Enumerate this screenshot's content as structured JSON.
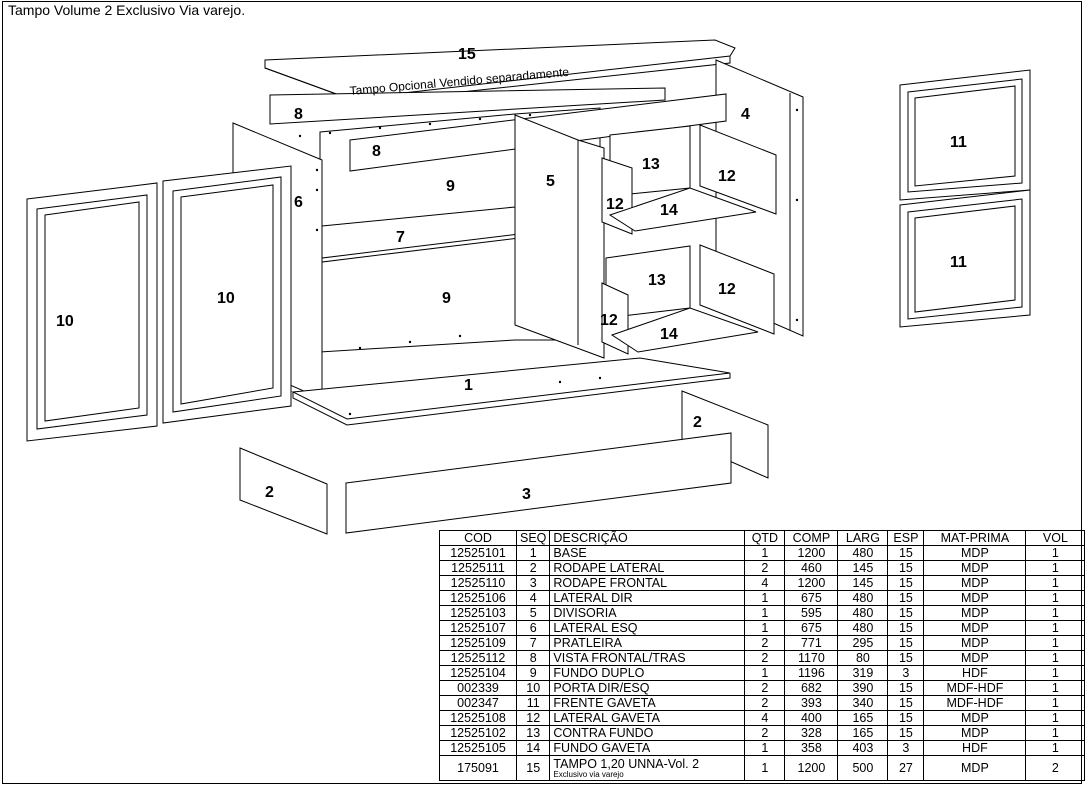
{
  "title": "Tampo Volume 2 Exclusivo Via varejo.",
  "drawing": {
    "optional_note": "Tampo Opcional Vendido separadamente",
    "labels": {
      "p1": "1",
      "p2a": "2",
      "p2b": "2",
      "p3": "3",
      "p4": "4",
      "p5": "5",
      "p6": "6",
      "p7": "7",
      "p8a": "8",
      "p8b": "8",
      "p9a": "9",
      "p9b": "9",
      "p10a": "10",
      "p10b": "10",
      "p11a": "11",
      "p11b": "11",
      "p12a": "12",
      "p12b": "12",
      "p12c": "12",
      "p12d": "12",
      "p13a": "13",
      "p13b": "13",
      "p14a": "14",
      "p14b": "14",
      "p15": "15"
    }
  },
  "table": {
    "headers": [
      "COD",
      "SEQ",
      "DESCRIÇÃO",
      "QTD",
      "COMP",
      "LARG",
      "ESP",
      "MAT-PRIMA",
      "VOL"
    ],
    "rows": [
      {
        "cod": "12525101",
        "seq": "1",
        "desc": "BASE",
        "qtd": "1",
        "comp": "1200",
        "larg": "480",
        "esp": "15",
        "mat": "MDP",
        "vol": "1"
      },
      {
        "cod": "12525111",
        "seq": "2",
        "desc": "RODAPE LATERAL",
        "qtd": "2",
        "comp": "460",
        "larg": "145",
        "esp": "15",
        "mat": "MDP",
        "vol": "1"
      },
      {
        "cod": "12525110",
        "seq": "3",
        "desc": "RODAPE FRONTAL",
        "qtd": "4",
        "comp": "1200",
        "larg": "145",
        "esp": "15",
        "mat": "MDP",
        "vol": "1"
      },
      {
        "cod": "12525106",
        "seq": "4",
        "desc": "LATERAL DIR",
        "qtd": "1",
        "comp": "675",
        "larg": "480",
        "esp": "15",
        "mat": "MDP",
        "vol": "1"
      },
      {
        "cod": "12525103",
        "seq": "5",
        "desc": "DIVISORIA",
        "qtd": "1",
        "comp": "595",
        "larg": "480",
        "esp": "15",
        "mat": "MDP",
        "vol": "1"
      },
      {
        "cod": "12525107",
        "seq": "6",
        "desc": "LATERAL ESQ",
        "qtd": "1",
        "comp": "675",
        "larg": "480",
        "esp": "15",
        "mat": "MDP",
        "vol": "1"
      },
      {
        "cod": "12525109",
        "seq": "7",
        "desc": "PRATLEIRA",
        "qtd": "2",
        "comp": "771",
        "larg": "295",
        "esp": "15",
        "mat": "MDP",
        "vol": "1"
      },
      {
        "cod": "12525112",
        "seq": "8",
        "desc": "VISTA FRONTAL/TRAS",
        "qtd": "2",
        "comp": "1170",
        "larg": "80",
        "esp": "15",
        "mat": "MDP",
        "vol": "1"
      },
      {
        "cod": "12525104",
        "seq": "9",
        "desc": "FUNDO DUPLO",
        "qtd": "1",
        "comp": "1196",
        "larg": "319",
        "esp": "3",
        "mat": "HDF",
        "vol": "1"
      },
      {
        "cod": "002339",
        "seq": "10",
        "desc": "PORTA DIR/ESQ",
        "qtd": "2",
        "comp": "682",
        "larg": "390",
        "esp": "15",
        "mat": "MDF-HDF",
        "vol": "1"
      },
      {
        "cod": "002347",
        "seq": "11",
        "desc": "FRENTE GAVETA",
        "qtd": "2",
        "comp": "393",
        "larg": "340",
        "esp": "15",
        "mat": "MDF-HDF",
        "vol": "1"
      },
      {
        "cod": "12525108",
        "seq": "12",
        "desc": "LATERAL GAVETA",
        "qtd": "4",
        "comp": "400",
        "larg": "165",
        "esp": "15",
        "mat": "MDP",
        "vol": "1"
      },
      {
        "cod": "12525102",
        "seq": "13",
        "desc": "CONTRA FUNDO",
        "qtd": "2",
        "comp": "328",
        "larg": "165",
        "esp": "15",
        "mat": "MDP",
        "vol": "1"
      },
      {
        "cod": "12525105",
        "seq": "14",
        "desc": "FUNDO GAVETA",
        "qtd": "1",
        "comp": "358",
        "larg": "403",
        "esp": "3",
        "mat": "HDF",
        "vol": "1"
      }
    ],
    "last_row": {
      "cod": "175091",
      "seq": "15",
      "desc": "TAMPO 1,20 UNNA-Vol. 2",
      "desc_sub": "Exclusivo via varejo",
      "qtd": "1",
      "comp": "1200",
      "larg": "500",
      "esp": "27",
      "mat": "MDP",
      "vol": "2"
    }
  }
}
